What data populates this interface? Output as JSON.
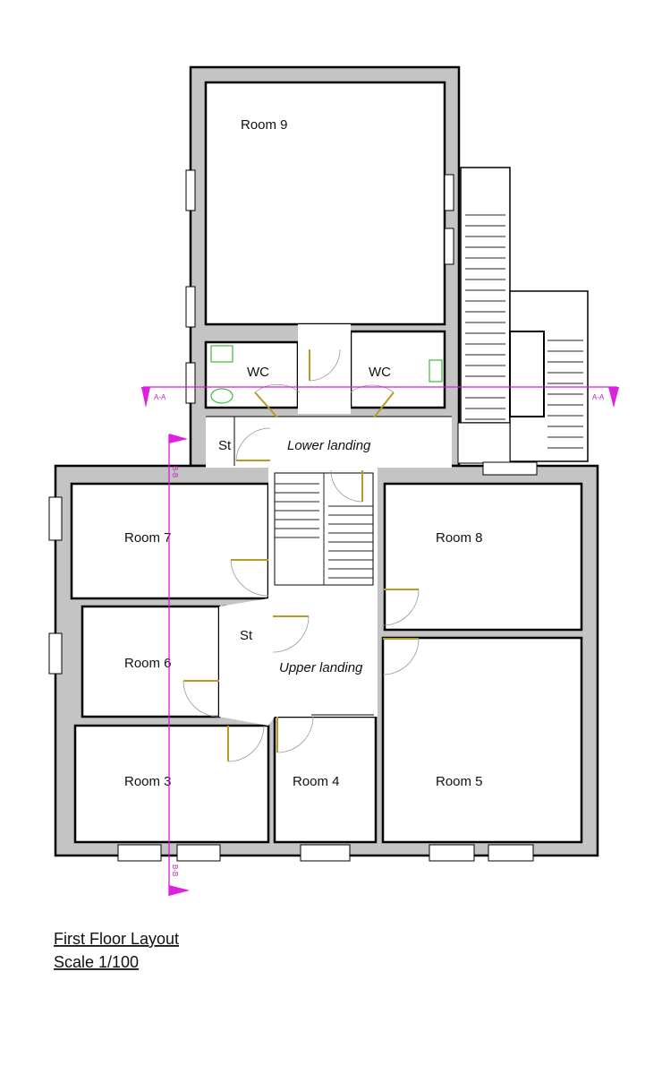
{
  "rooms": {
    "room9": "Room 9",
    "wc_left": "WC",
    "wc_right": "WC",
    "store_lower": "St",
    "lower_landing": "Lower landing",
    "room7": "Room 7",
    "room8": "Room 8",
    "room6": "Room 6",
    "store_upper": "St",
    "upper_landing": "Upper landing",
    "room3": "Room 3",
    "room4": "Room 4",
    "room5": "Room 5"
  },
  "sections": {
    "a_left": "A-A",
    "a_right": "A-A",
    "b_top": "B-B",
    "b_bottom": "B-B"
  },
  "title": {
    "heading": "First Floor Layout",
    "scale": "Scale 1/100"
  },
  "colors": {
    "wall": "#c4c4c4",
    "section_line": "#d21fd2",
    "door": "#b89a2a",
    "sanitary": "#3bbf3b"
  }
}
